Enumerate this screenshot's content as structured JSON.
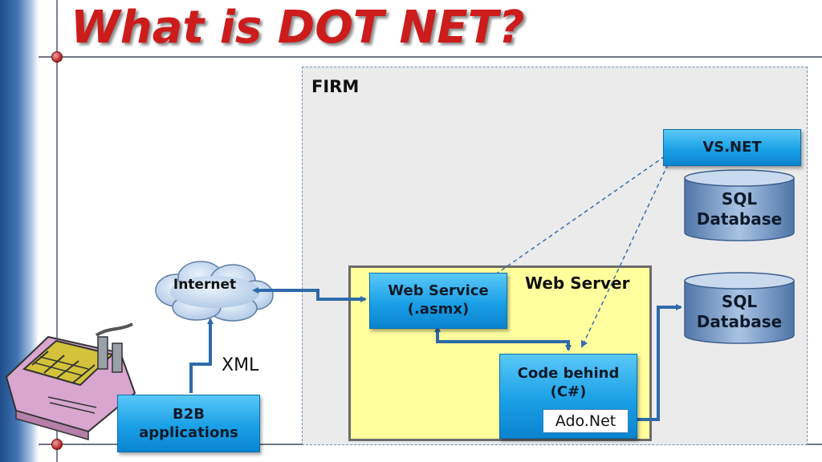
{
  "slide": {
    "title": "What is DOT NET?"
  },
  "firm": {
    "label": "FIRM"
  },
  "web_server": {
    "label": "Web Server",
    "web_service_line1": "Web Service",
    "web_service_line2": "(.asmx)",
    "code_behind_line1": "Code behind",
    "code_behind_line2": "(C#)",
    "ado_label": "Ado.Net"
  },
  "tools": {
    "vsnet_label": "VS.NET"
  },
  "databases": [
    {
      "line1": "SQL",
      "line2": "Database"
    },
    {
      "line1": "SQL",
      "line2": "Database"
    }
  ],
  "external": {
    "internet_label": "Internet",
    "xml_label": "XML",
    "b2b_line1": "B2B",
    "b2b_line2": "applications"
  },
  "colors": {
    "title": "#cc1c1c",
    "box_blue": "#1aa0e6",
    "web_server_fill": "#ffff9e",
    "firm_fill": "#ebebeb",
    "connector": "#2e6aa8"
  }
}
